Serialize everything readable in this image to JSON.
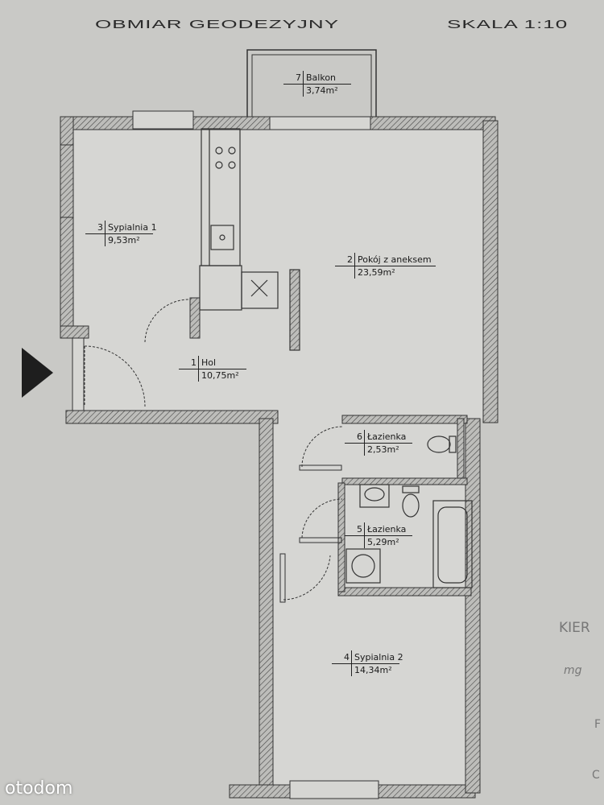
{
  "header": {
    "title": "OBMIAR GEODEZYJNY",
    "scale": "SKALA 1:10"
  },
  "rooms": [
    {
      "num": "7",
      "name": "Balkon",
      "area": "3,74m²"
    },
    {
      "num": "3",
      "name": "Sypialnia 1",
      "area": "9,53m²"
    },
    {
      "num": "2",
      "name": "Pokój z aneksem",
      "area": "23,59m²"
    },
    {
      "num": "1",
      "name": "Hol",
      "area": "10,75m²"
    },
    {
      "num": "6",
      "name": "Łazienka",
      "area": "2,53m²"
    },
    {
      "num": "5",
      "name": "Łazienka",
      "area": "5,29m²"
    },
    {
      "num": "4",
      "name": "Sypialnia 2",
      "area": "14,34m²"
    }
  ],
  "side_text": [
    "KIER",
    "mg",
    "F",
    "C"
  ],
  "watermark": "otodom",
  "colors": {
    "paper": "#c9c9c6",
    "ink": "#2a2a2a",
    "room_fill": "#d6d6d3"
  }
}
